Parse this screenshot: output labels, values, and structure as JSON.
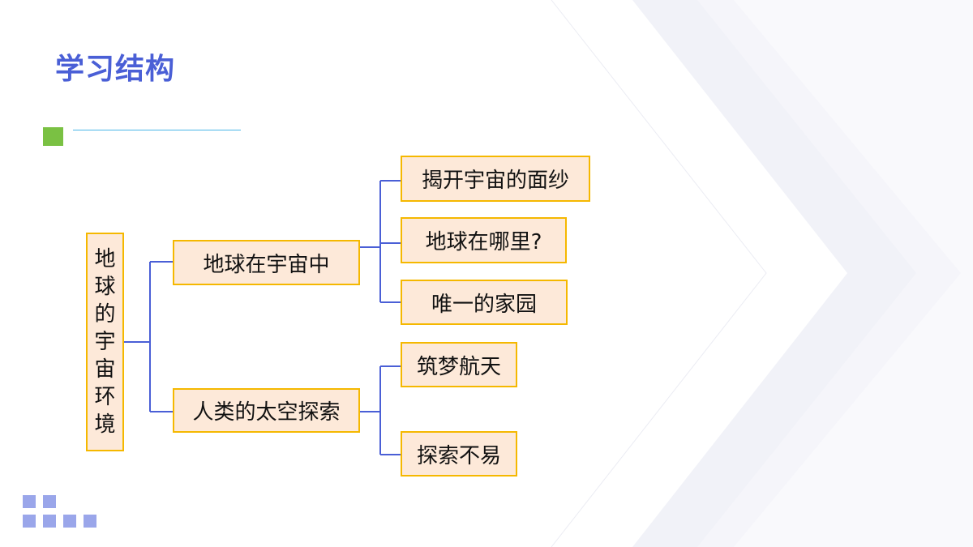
{
  "header": {
    "title": "学习结构"
  },
  "diagram": {
    "root_chars": [
      "地",
      "球",
      "的",
      "宇",
      "宙",
      "环",
      "境"
    ],
    "branches": [
      {
        "label": "地球在宇宙中",
        "children": [
          "揭开宇宙的面纱",
          "地球在哪里?",
          "唯一的家园"
        ]
      },
      {
        "label": "人类的太空探索",
        "children": [
          "筑梦航天",
          "探索不易"
        ]
      }
    ]
  },
  "colors": {
    "title": "#4a5fd6",
    "accent_green": "#7ac143",
    "node_fill": "#fde9d9",
    "node_border": "#f5b800",
    "connector": "#4a5fd6",
    "corner_squares": "#9aa6ea"
  }
}
